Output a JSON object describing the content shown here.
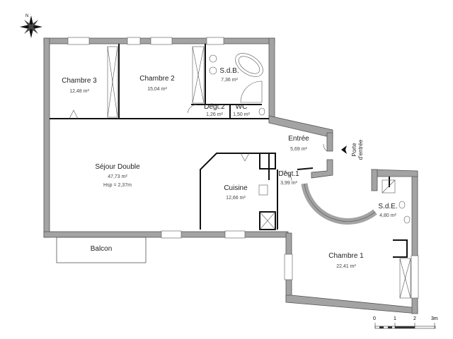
{
  "rooms": [
    {
      "name": "Chambre 3",
      "area": "12,48 m²"
    },
    {
      "name": "Chambre 2",
      "area": "15,04 m²"
    },
    {
      "name": "S.d.B.",
      "area": "7,36 m²"
    },
    {
      "name": "Dégt.2",
      "area": "1,26 m²"
    },
    {
      "name": "WC",
      "area": "1,50 m²"
    },
    {
      "name": "Entrée",
      "area": "5,69 m²"
    },
    {
      "name": "Séjour Double",
      "area": "47,73 m²",
      "height": "Hsp = 2,37m"
    },
    {
      "name": "Cuisine",
      "area": "12,66 m²"
    },
    {
      "name": "Dégt.1",
      "area": "3,99 m²"
    },
    {
      "name": "S.d.E.",
      "area": "4,80 m²"
    },
    {
      "name": "Chambre 1",
      "area": "22,41 m²"
    },
    {
      "name": "Balcon"
    }
  ],
  "entrance": {
    "label_line1": "Porte",
    "label_line2": "d'entrée"
  },
  "scale": {
    "ticks": [
      "0",
      "1",
      "2",
      "3m"
    ]
  },
  "compass": {
    "icon": "compass-rose-icon"
  }
}
